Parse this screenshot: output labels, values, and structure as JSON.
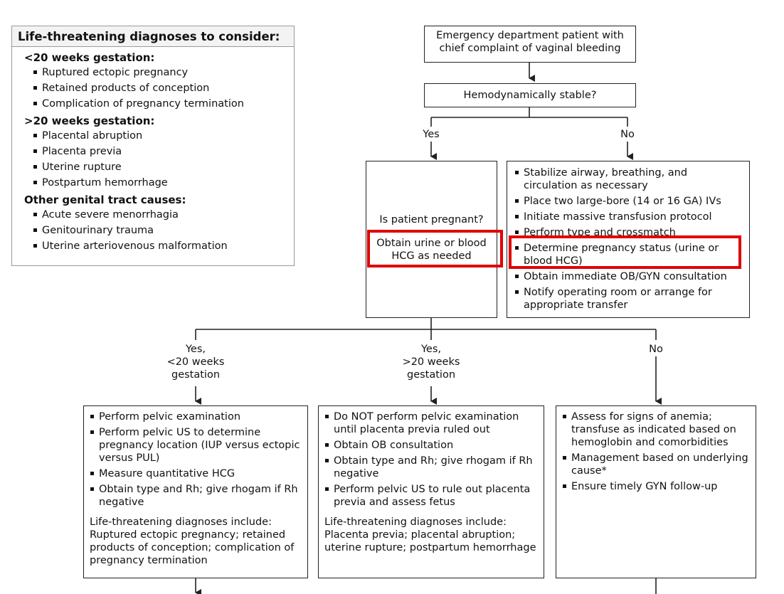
{
  "legend": {
    "title": "Life-threatening diagnoses to consider:",
    "sections": [
      {
        "heading": "<20 weeks gestation:",
        "items": [
          "Ruptured ectopic pregnancy",
          "Retained products of conception",
          "Complication of pregnancy termination"
        ]
      },
      {
        "heading": ">20 weeks gestation:",
        "items": [
          "Placental abruption",
          "Placenta previa",
          "Uterine rupture",
          "Postpartum hemorrhage"
        ]
      },
      {
        "heading": "Other genital tract causes:",
        "items": [
          "Acute severe menorrhagia",
          "Genitourinary trauma",
          "Uterine arteriovenous malformation"
        ]
      }
    ]
  },
  "start": {
    "text": "Emergency department patient with chief complaint of vaginal bleeding"
  },
  "stable_q": {
    "text": "Hemodynamically stable?"
  },
  "labels": {
    "yes": "Yes",
    "no": "No",
    "yes_lt20": [
      "Yes,",
      "<20 weeks",
      "gestation"
    ],
    "yes_gt20": [
      "Yes,",
      ">20 weeks",
      "gestation"
    ],
    "no2": "No"
  },
  "pregnant_box": {
    "question": "Is patient pregnant?",
    "action": "Obtain urine or blood HCG as needed"
  },
  "unstable_box": {
    "items": [
      "Stabilize airway, breathing, and circulation as necessary",
      "Place two large-bore (14 or 16 GA) IVs",
      "Initiate massive transfusion protocol",
      "Perform type and crossmatch",
      "Determine pregnancy status (urine or blood HCG)",
      "Obtain immediate OB/GYN consultation",
      "Notify operating room or arrange for appropriate transfer"
    ]
  },
  "lt20_box": {
    "items": [
      "Perform pelvic examination",
      "Perform pelvic US to determine pregnancy location (IUP versus ectopic versus PUL)",
      "Measure quantitative HCG",
      "Obtain type and Rh; give rhogam if Rh negative"
    ],
    "note": "Life-threatening diagnoses include: Ruptured ectopic pregnancy; retained products of conception; complication of pregnancy termination"
  },
  "gt20_box": {
    "items": [
      "Do NOT perform pelvic examination until placenta previa ruled out",
      "Obtain OB consultation",
      "Obtain type and Rh; give rhogam if Rh negative",
      "Perform pelvic US to rule out placenta previa and assess fetus"
    ],
    "note": "Life-threatening diagnoses include: Placenta previa; placental abruption; uterine rupture; postpartum hemorrhage"
  },
  "notpreg_box": {
    "items": [
      "Assess for signs of anemia; transfuse as indicated based on hemoglobin and comorbidities",
      "Management based on underlying cause*",
      "Ensure timely GYN follow-up"
    ]
  },
  "colors": {
    "highlight": "#e00000",
    "line": "#222222",
    "legend_border": "#9a9a9a"
  }
}
